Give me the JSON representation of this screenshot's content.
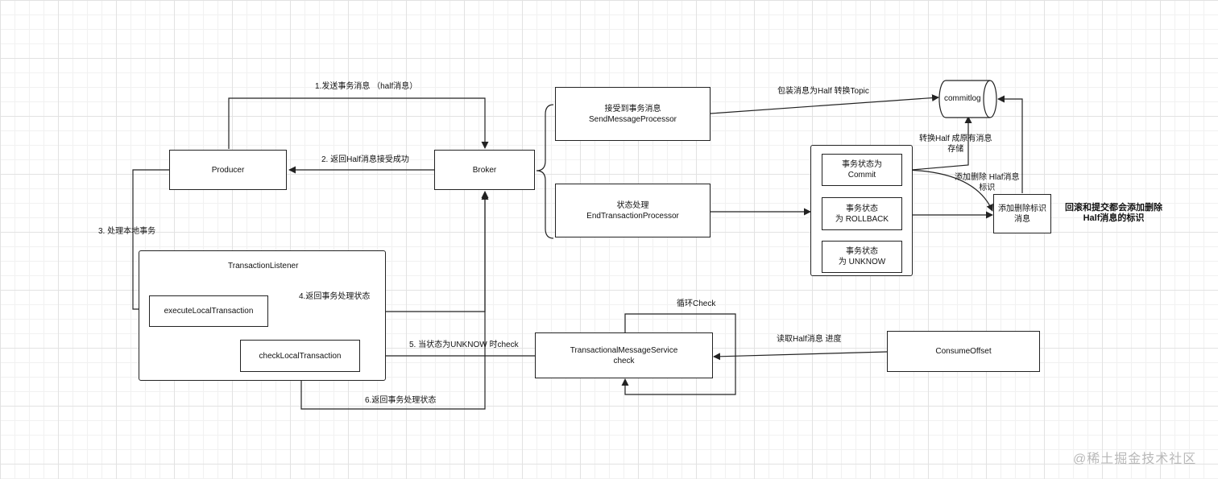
{
  "nodes": {
    "producer": "Producer",
    "broker": "Broker",
    "transaction_listener": "TransactionListener",
    "execute_local": "executeLocalTransaction",
    "check_local": "checkLocalTransaction",
    "send_processor": [
      "接受到事务消息",
      "SendMessageProcessor"
    ],
    "end_processor": [
      "状态处理",
      "EndTransactionProcessor"
    ],
    "commitlog": "commitlog",
    "state_commit": [
      "事务状态为",
      "Commit"
    ],
    "state_rollback": [
      "事务状态",
      "为 ROLLBACK"
    ],
    "state_unknow": [
      "事务状态",
      "为 UNKNOW"
    ],
    "add_delete_mark": [
      "添加删除标识",
      "消息"
    ],
    "tms_check": [
      "TransactionalMessageService",
      "check"
    ],
    "consume_offset": "ConsumeOffset"
  },
  "labels": {
    "send_half": "1.发送事务消息 （half消息）",
    "return_half_ok": "2. 返回Half消息接受成功",
    "process_local": "3. 处理本地事务",
    "return_state_4": "4.返回事务处理状态",
    "when_unknow": "5. 当状态为UNKNOW 时check",
    "return_state_6": "6.返回事务处理状态",
    "loop_check": "循环Check",
    "read_half_progress": "读取Half消息 进度",
    "wrap_half_topic": "包装消息为Half 转换Topic",
    "convert_half": [
      "转换Half 成原有消息",
      "存储"
    ],
    "add_delete_hlaf": [
      "添加删除 Hlaf消息",
      "标识"
    ],
    "rollback_commit_note": [
      "回滚和提交都会添加删除",
      "Half消息的标识"
    ]
  },
  "watermark": "@稀土掘金技术社区"
}
